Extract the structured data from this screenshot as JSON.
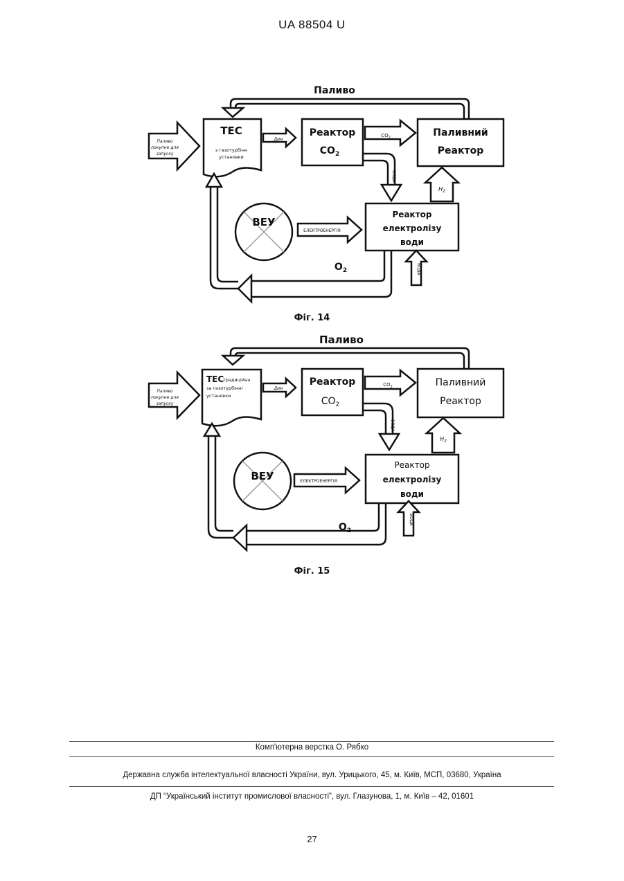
{
  "header": {
    "patent_id": "UA   88504   U"
  },
  "fig14": {
    "caption": "Фіг. 14",
    "fuel_label": "Паливо",
    "start_fuel": [
      "Паливо",
      "покупне для",
      "запуску"
    ],
    "tes_title": "ТЕС",
    "tes_sub": [
      "з газотурбінн",
      "установки"
    ],
    "smoke": "Дим",
    "reactor_co2": [
      "Реактор",
      "CO"
    ],
    "co2_arrow": "CO",
    "fuel_reactor": [
      "Паливний",
      "Реактор"
    ],
    "water_flow": "ВОДА",
    "h2": "H",
    "veu": "ВЕУ",
    "electricity": "ЕЛЕКТРОЕНЕРГІЯ",
    "electrolysis": [
      "Реактор",
      "електролізу",
      "води"
    ],
    "o2": "O",
    "water_in": "ВОДА",
    "sub2": "2"
  },
  "fig15": {
    "caption": "Фіг. 15",
    "fuel_label": "Паливо",
    "start_fuel": [
      "Паливо",
      "покупне для",
      "запуску"
    ],
    "tes_title": "ТЕС",
    "tes_sub": [
      "традиційна",
      "за газотурбінні",
      "установки"
    ],
    "smoke": "Дим",
    "reactor_co2": [
      "Реактор",
      "CO"
    ],
    "co2_arrow": "CO",
    "fuel_reactor": [
      "Паливний",
      "Реактор"
    ],
    "water_flow": "ВОДА",
    "h2": "H",
    "veu": "ВЕУ",
    "electricity": "ЕЛЕКТРОЕНЕРГІЯ",
    "electrolysis": [
      "Реактор",
      "електролізу",
      "води"
    ],
    "o2": "O",
    "water_in": "ВОДА",
    "sub2": "2"
  },
  "footer": {
    "layout_credit": "Комп'ютерна верстка О. Рябко",
    "agency": "Державна служба інтелектуальної власності України, вул. Урицького, 45, м. Київ, МСП, 03680, Україна",
    "institute": "ДП “Український інститут промислової власності”, вул. Глазунова, 1, м. Київ – 42, 01601"
  },
  "page_number": "27"
}
